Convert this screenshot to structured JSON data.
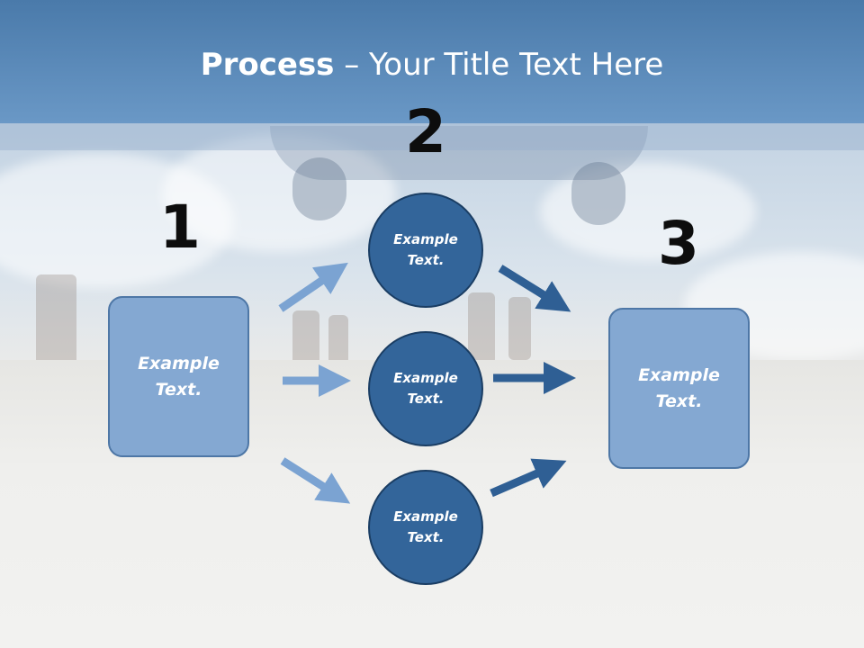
{
  "title": {
    "bold": "Process",
    "rest": " – Your Title Text Here"
  },
  "steps": [
    {
      "number": "1",
      "text": "Example Text."
    },
    {
      "number": "2",
      "items": [
        "Example Text.",
        "Example Text.",
        "Example Text."
      ]
    },
    {
      "number": "3",
      "text": "Example Text."
    }
  ],
  "colors": {
    "title_bar": "#5a88b8",
    "box_fill": "#84a8d2",
    "circle_fill": "#33659a",
    "arrow_light": "#7ba3d2",
    "arrow_dark": "#2f5f94"
  }
}
